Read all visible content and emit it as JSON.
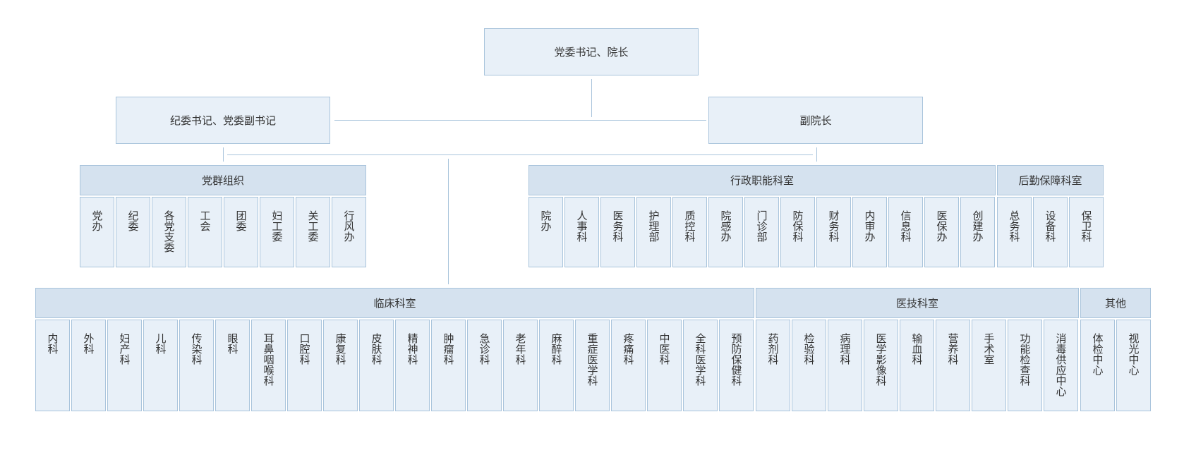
{
  "top": {
    "label": "党委书记、院长"
  },
  "left_leader": {
    "label": "纪委书记、党委副书记"
  },
  "right_leader": {
    "label": "副院长"
  },
  "groups_row1": [
    {
      "title": "党群组织",
      "items": [
        "党办",
        "纪委",
        "各党支委",
        "工会",
        "团委",
        "妇工委",
        "关工委",
        "行风办"
      ]
    },
    {
      "title": "行政职能科室",
      "items": [
        "院办",
        "人事科",
        "医务科",
        "护理部",
        "质控科",
        "院感办",
        "门诊部",
        "防保科",
        "财务科",
        "内审办",
        "信息科",
        "医保办",
        "创建办"
      ]
    },
    {
      "title": "后勤保障科室",
      "items": [
        "总务科",
        "设备科",
        "保卫科"
      ]
    }
  ],
  "groups_row2": [
    {
      "title": "临床科室",
      "items": [
        "内科",
        "外科",
        "妇产科",
        "儿科",
        "传染科",
        "眼科",
        "耳鼻咽喉科",
        "口腔科",
        "康复科",
        "皮肤科",
        "精神科",
        "肿瘤科",
        "急诊科",
        "老年科",
        "麻醉科",
        "重症医学科",
        "疼痛科",
        "中医科",
        "全科医学科",
        "预防保健科"
      ]
    },
    {
      "title": "医技科室",
      "items": [
        "药剂科",
        "检验科",
        "病理科",
        "医学影像科",
        "输血科",
        "营养科",
        "手术室",
        "功能检查科",
        "消毒供应中心"
      ]
    },
    {
      "title": "其他",
      "items": [
        "体检中心",
        "视光中心"
      ]
    }
  ],
  "colors": {
    "box_fill": "#e8f0f8",
    "header_fill": "#d5e2ef",
    "border": "#a9c4dc",
    "line": "#a9c4dc"
  }
}
